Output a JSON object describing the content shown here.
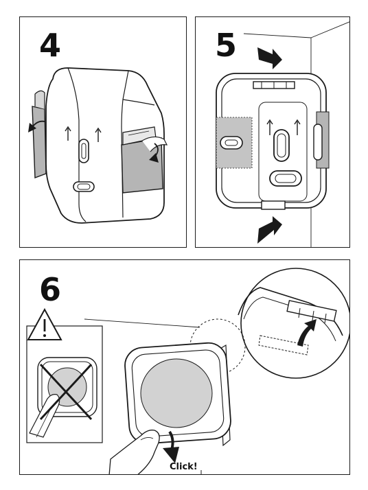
{
  "steps": [
    {
      "number": "4"
    },
    {
      "number": "5"
    },
    {
      "number": "6",
      "callout": "Click!"
    }
  ],
  "icons": {
    "warning": "warning-triangle-icon",
    "prohibited": "cross-out-icon",
    "arrow": "curved-arrow-icon"
  },
  "colors": {
    "line": "#1a1a1a",
    "adhesive_tab": "#b5b5b5",
    "dotted_area": "#c4c4c4",
    "device_face": "#d2d2d2",
    "background": "#ffffff"
  }
}
